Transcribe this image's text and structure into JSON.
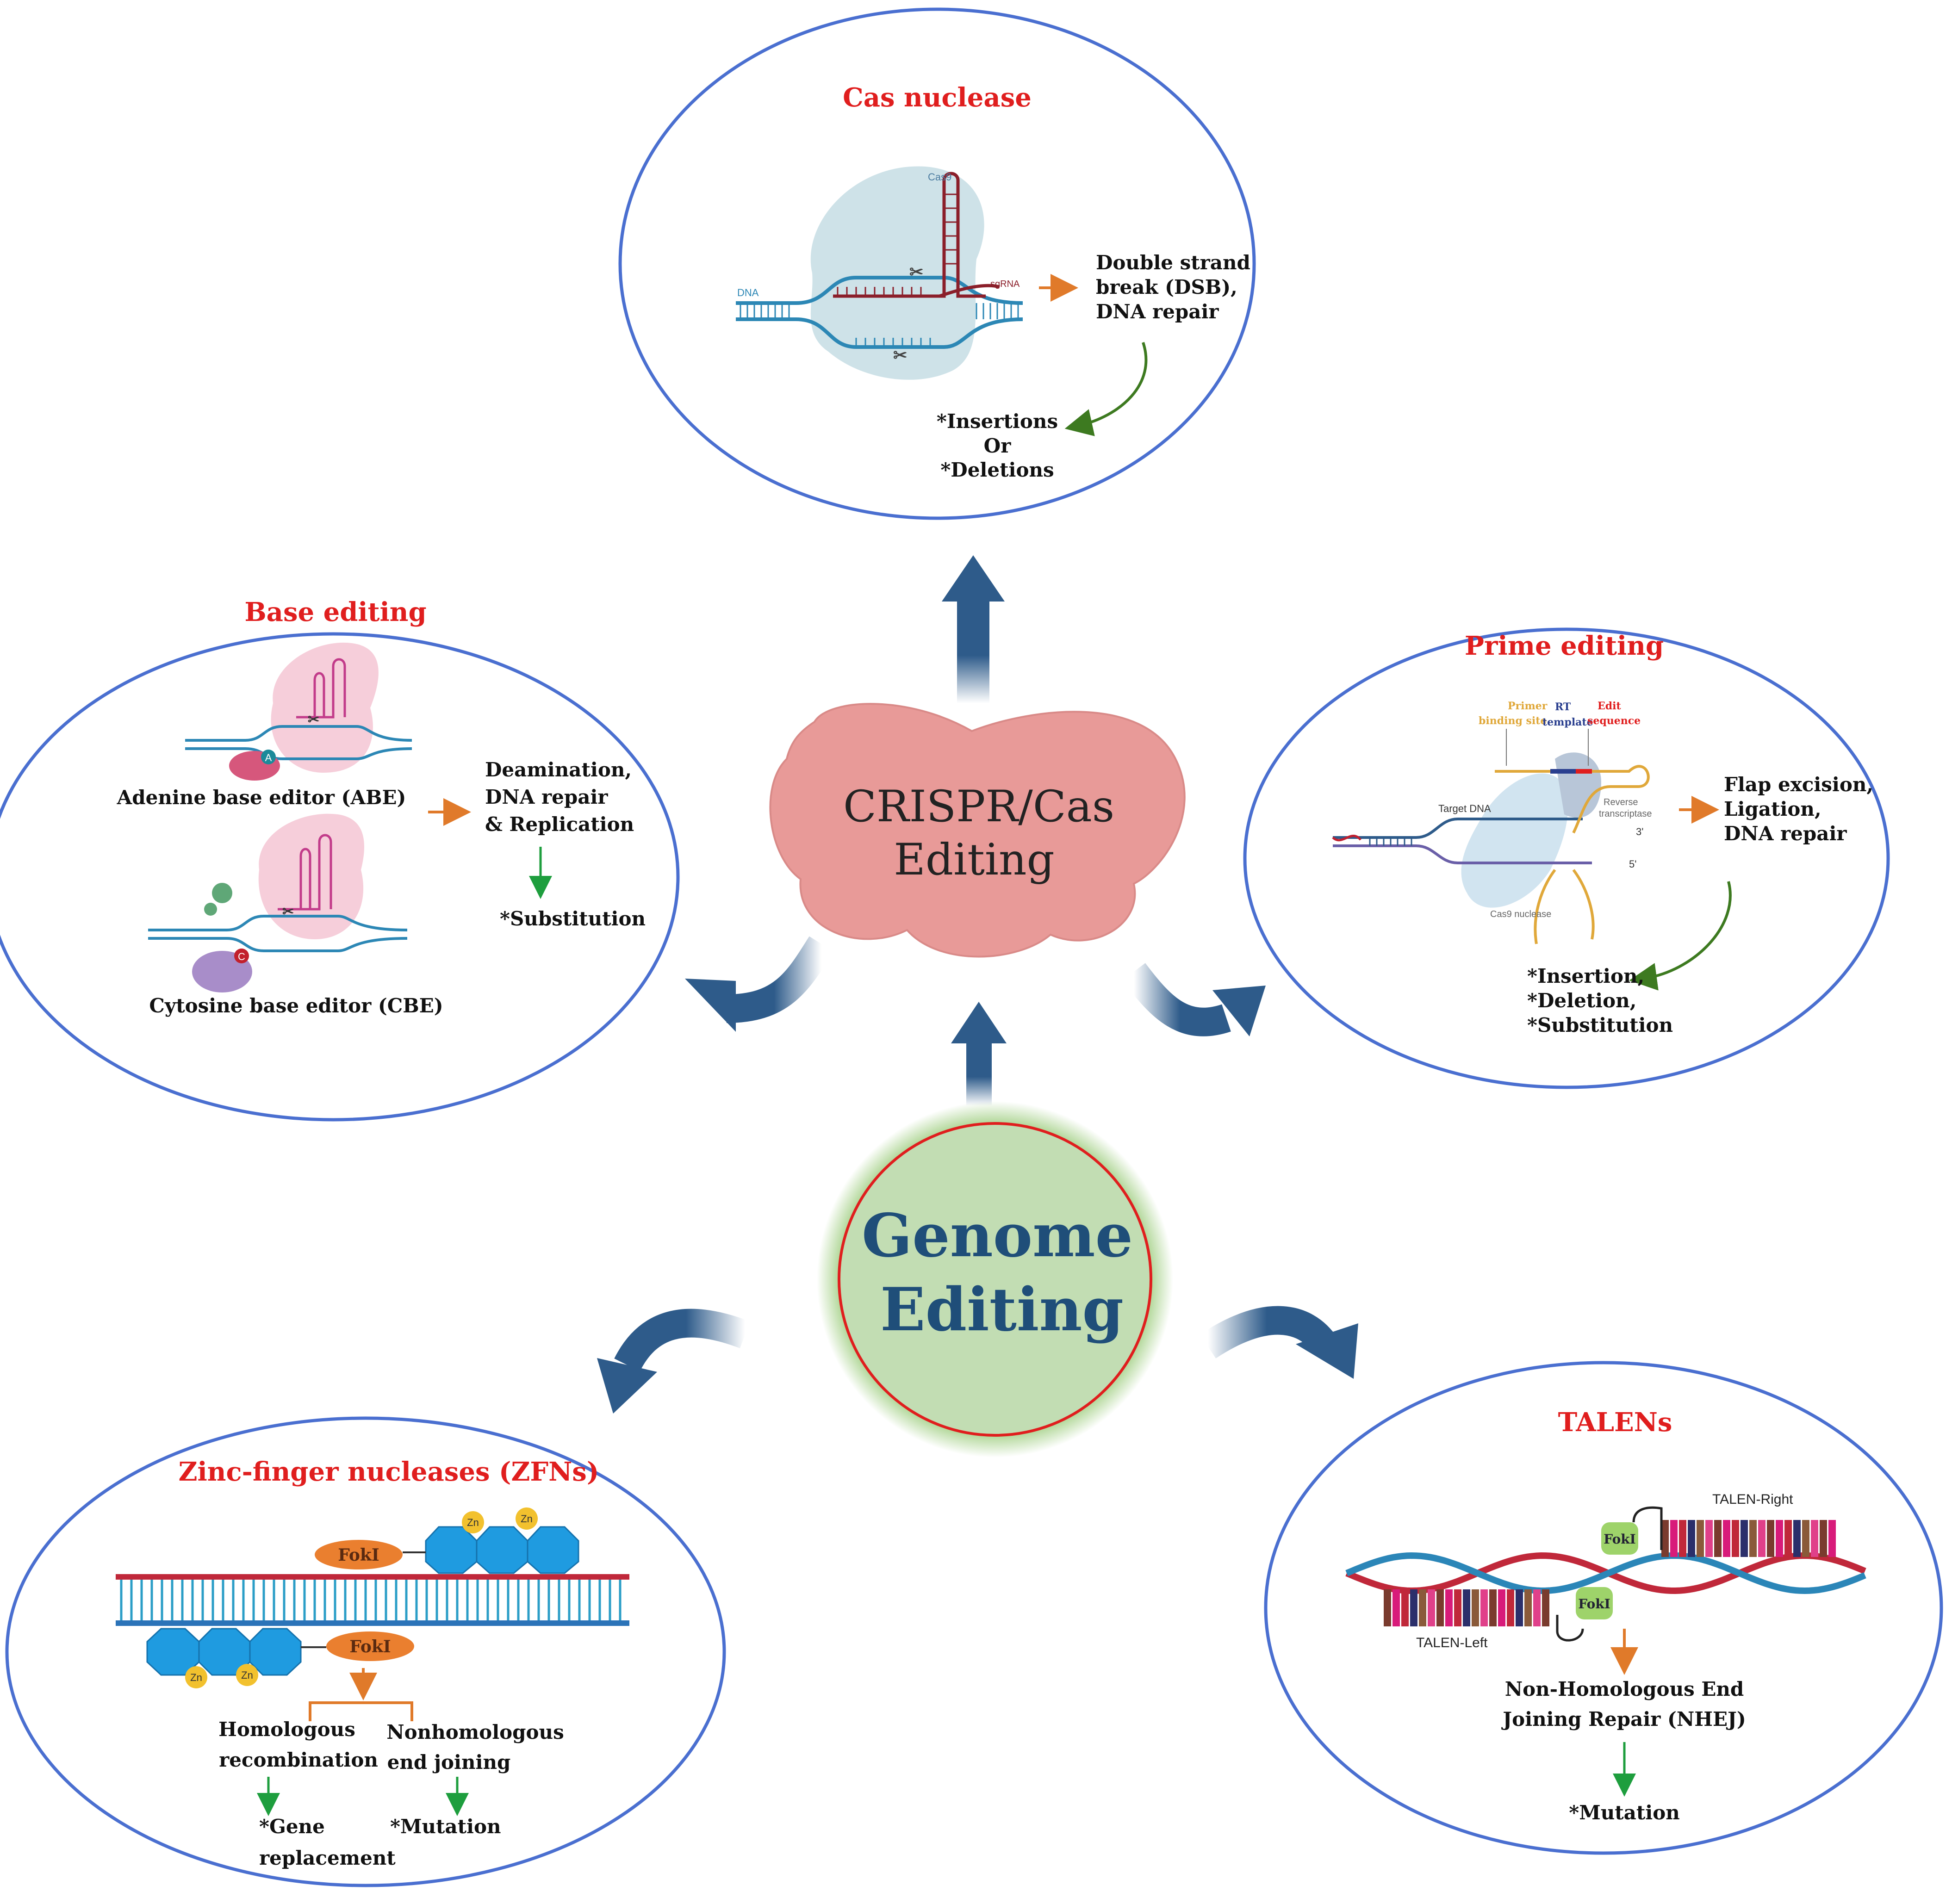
{
  "center": {
    "line1": "Genome",
    "line2": "Editing"
  },
  "crispr": {
    "line1": "CRISPR/Cas",
    "line2": "Editing"
  },
  "cas_nuclease": {
    "title": "Cas nuclease",
    "label_cas9": "Cas9",
    "label_dna": "DNA",
    "label_sgrna": "sgRNA",
    "outcome_lines": [
      "Double strand",
      "break (DSB),",
      "DNA repair"
    ],
    "result_lines": [
      "*Insertions",
      "Or",
      "*Deletions"
    ]
  },
  "base_editing": {
    "title": "Base editing",
    "abe_label": "Adenine base editor (ABE)",
    "cbe_label": "Cytosine base editor (CBE)",
    "badge_a": "A",
    "badge_c": "C",
    "outcome_lines": [
      "Deamination,",
      "DNA repair",
      "& Replication"
    ],
    "result": "*Substitution"
  },
  "prime_editing": {
    "title": "Prime editing",
    "label_primer_1": "Primer",
    "label_primer_2": "binding site",
    "label_rt_1": "RT",
    "label_rt_2": "template",
    "label_edit_1": "Edit",
    "label_edit_2": "sequence",
    "label_target_dna": "Target DNA",
    "label_rt_enzyme_1": "Reverse",
    "label_rt_enzyme_2": "transcriptase",
    "label_cas9_nuclease": "Cas9 nuclease",
    "label_3prime": "3'",
    "label_5prime": "5'",
    "outcome_lines": [
      "Flap excision,",
      "Ligation,",
      "DNA repair"
    ],
    "result_lines": [
      "*Insertion,",
      "*Deletion,",
      "*Substitution"
    ]
  },
  "zfn": {
    "title": "Zinc-finger nucleases (ZFNs)",
    "foki": "FokI",
    "zn": "Zn",
    "hr_lines": [
      "Homologous",
      "recombination"
    ],
    "nhej_lines": [
      "Nonhomologous",
      "end joining"
    ],
    "gene_lines": [
      "*Gene",
      "replacement"
    ],
    "mutation": "*Mutation"
  },
  "talens": {
    "title": "TALENs",
    "right_label": "TALEN-Right",
    "left_label": "TALEN-Left",
    "foki": "FokI",
    "repair_lines": [
      "Non-Homologous End",
      "Joining Repair (NHEJ)"
    ],
    "result": "*Mutation"
  },
  "colors": {
    "title_red": "#e01e1e",
    "navy": "#1f4e79",
    "arrow_blue": "#2e5b8a",
    "ellipse_border": "#4a6fd0",
    "center_fill": "#c2ddb3",
    "crispr_fill": "#e89a98",
    "orange": "#e07a2a",
    "green": "#1e9e3e",
    "dark_green": "#3d7a20"
  }
}
